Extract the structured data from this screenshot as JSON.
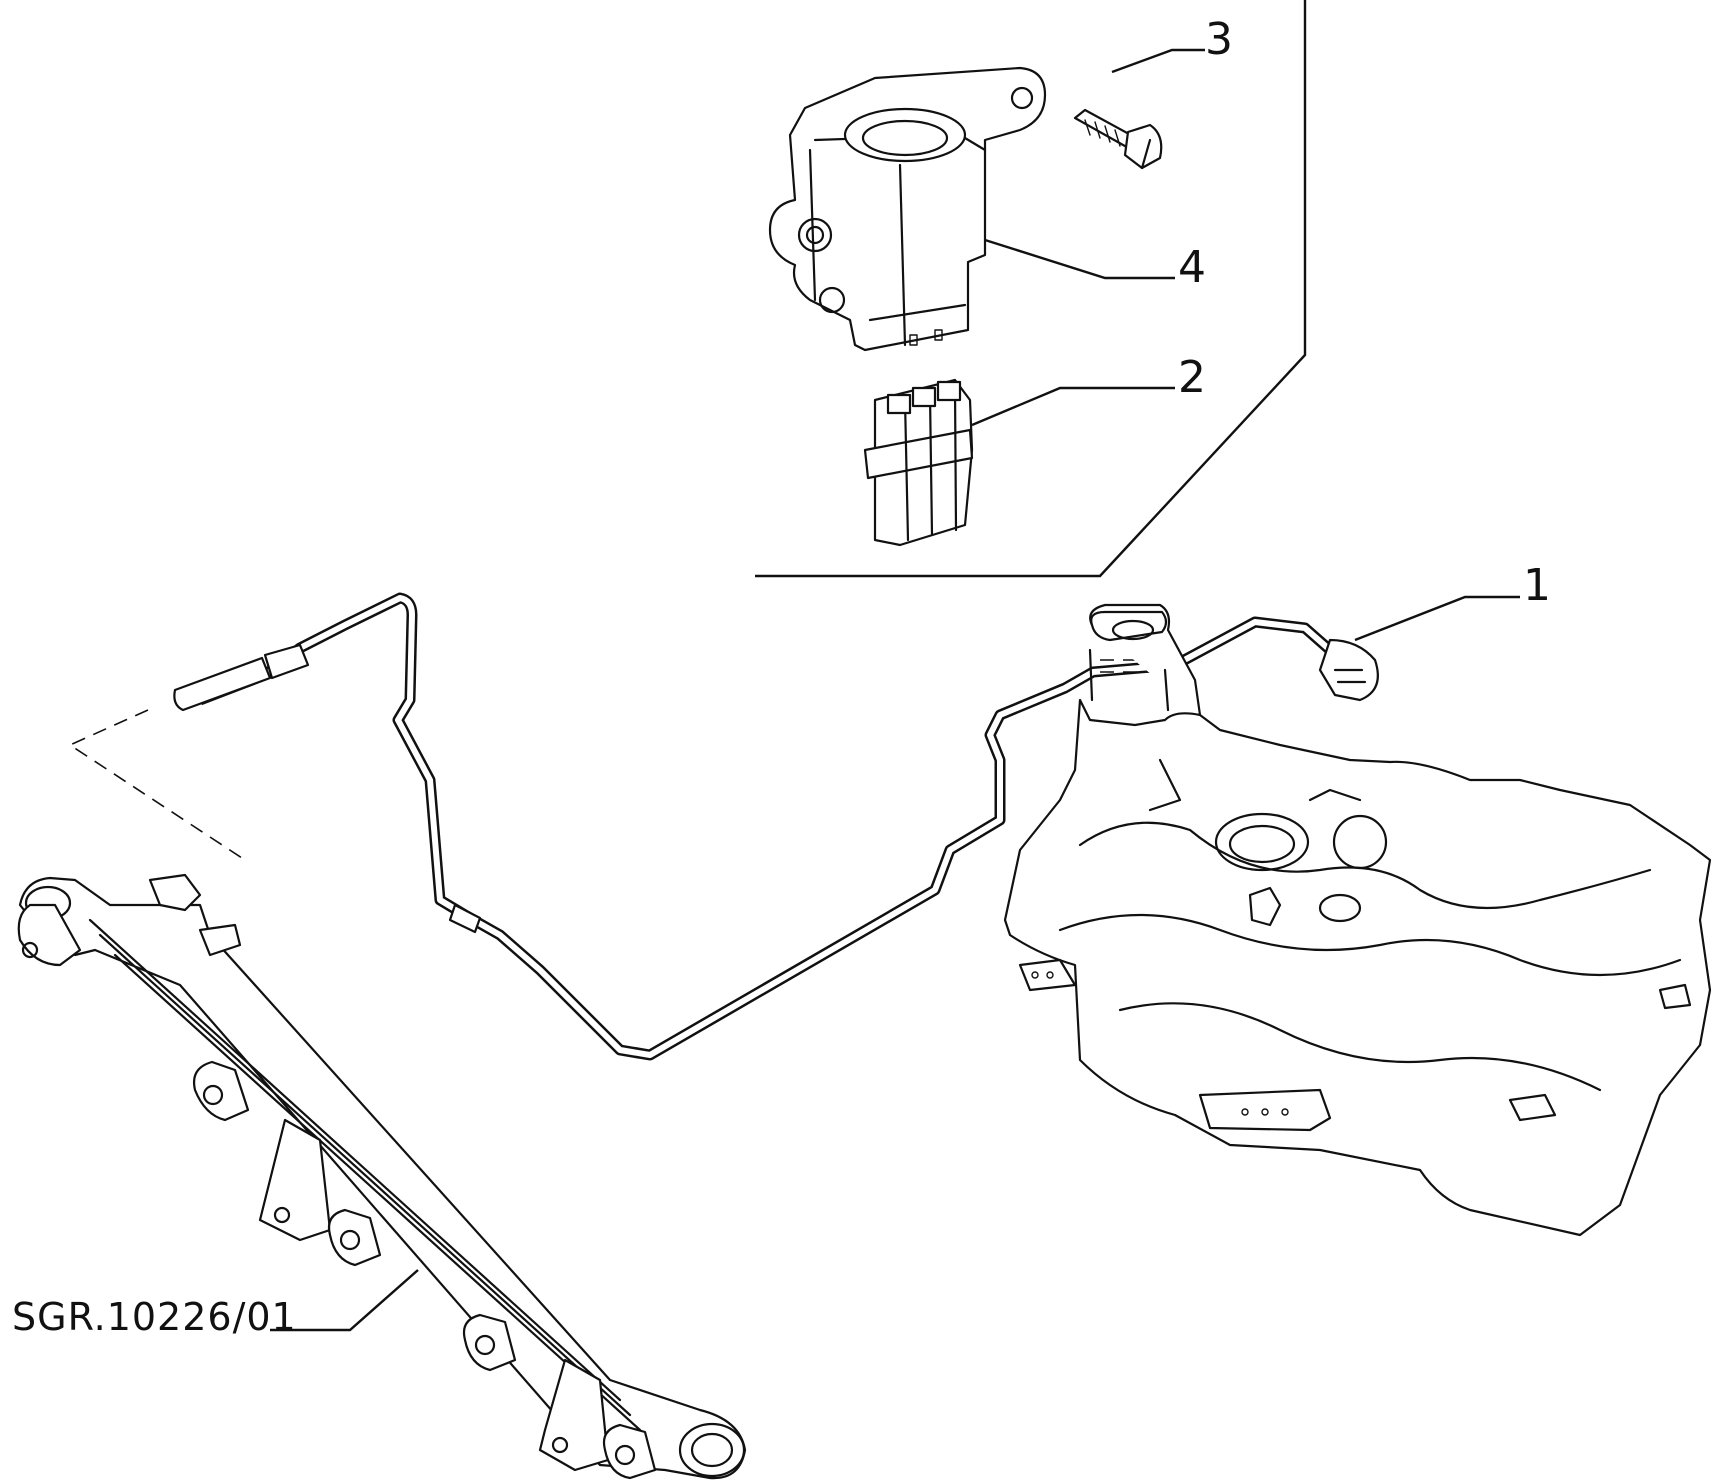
{
  "diagram": {
    "callouts": [
      "1",
      "2",
      "3",
      "4"
    ],
    "drawing_reference": "SGR.10226/01"
  }
}
